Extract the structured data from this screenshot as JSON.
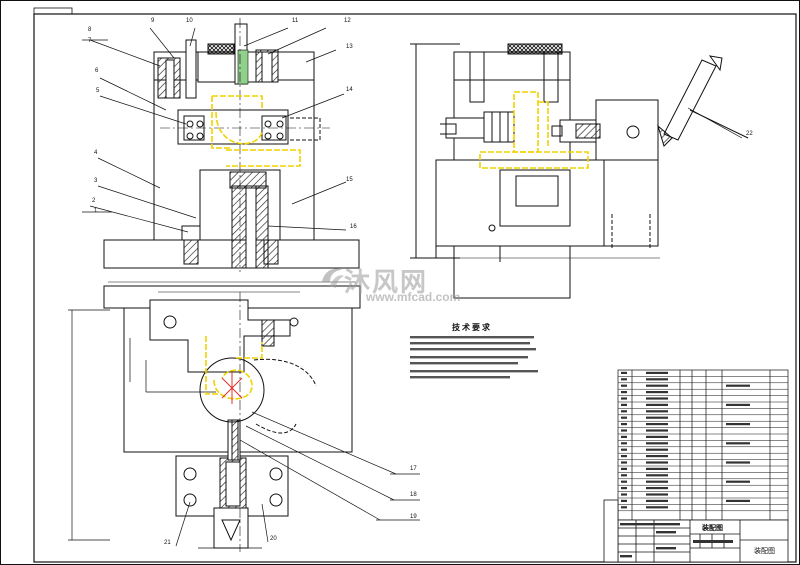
{
  "watermark": {
    "brand": "沐风网",
    "url": "www.mfcad.com"
  },
  "notes": {
    "title": "技术要求"
  },
  "balloons": [
    "8",
    "7",
    "9",
    "10",
    "11",
    "12",
    "13",
    "6",
    "5",
    "14",
    "4",
    "3",
    "2",
    "1",
    "15",
    "16",
    "22",
    "17",
    "18",
    "19",
    "21",
    "20"
  ],
  "title_block": {
    "drawing_name": "装配图",
    "sheet_label": "装配图"
  },
  "colors": {
    "line": "#111111",
    "highlight": "#f2d200",
    "hatch": "#222222"
  }
}
